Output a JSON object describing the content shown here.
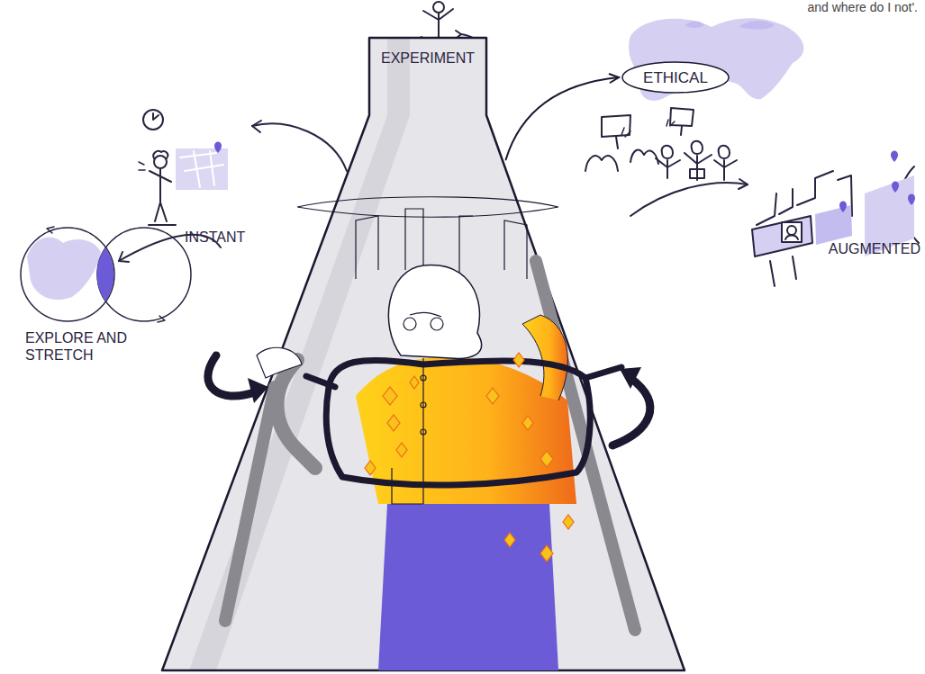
{
  "diagram": {
    "nodes": [
      {
        "text": [
          "EXPERIMENT"
        ]
      },
      {
        "text": [
          "ETHICAL"
        ]
      }
    ],
    "edges": [
      {
        "from": 0,
        "to": 1,
        "arrow": "to"
      }
    ],
    "labels": [
      "and where do I not'.",
      "INSTANT",
      "EXPLORE AND STRETCH",
      "AUGMENTED"
    ]
  }
}
